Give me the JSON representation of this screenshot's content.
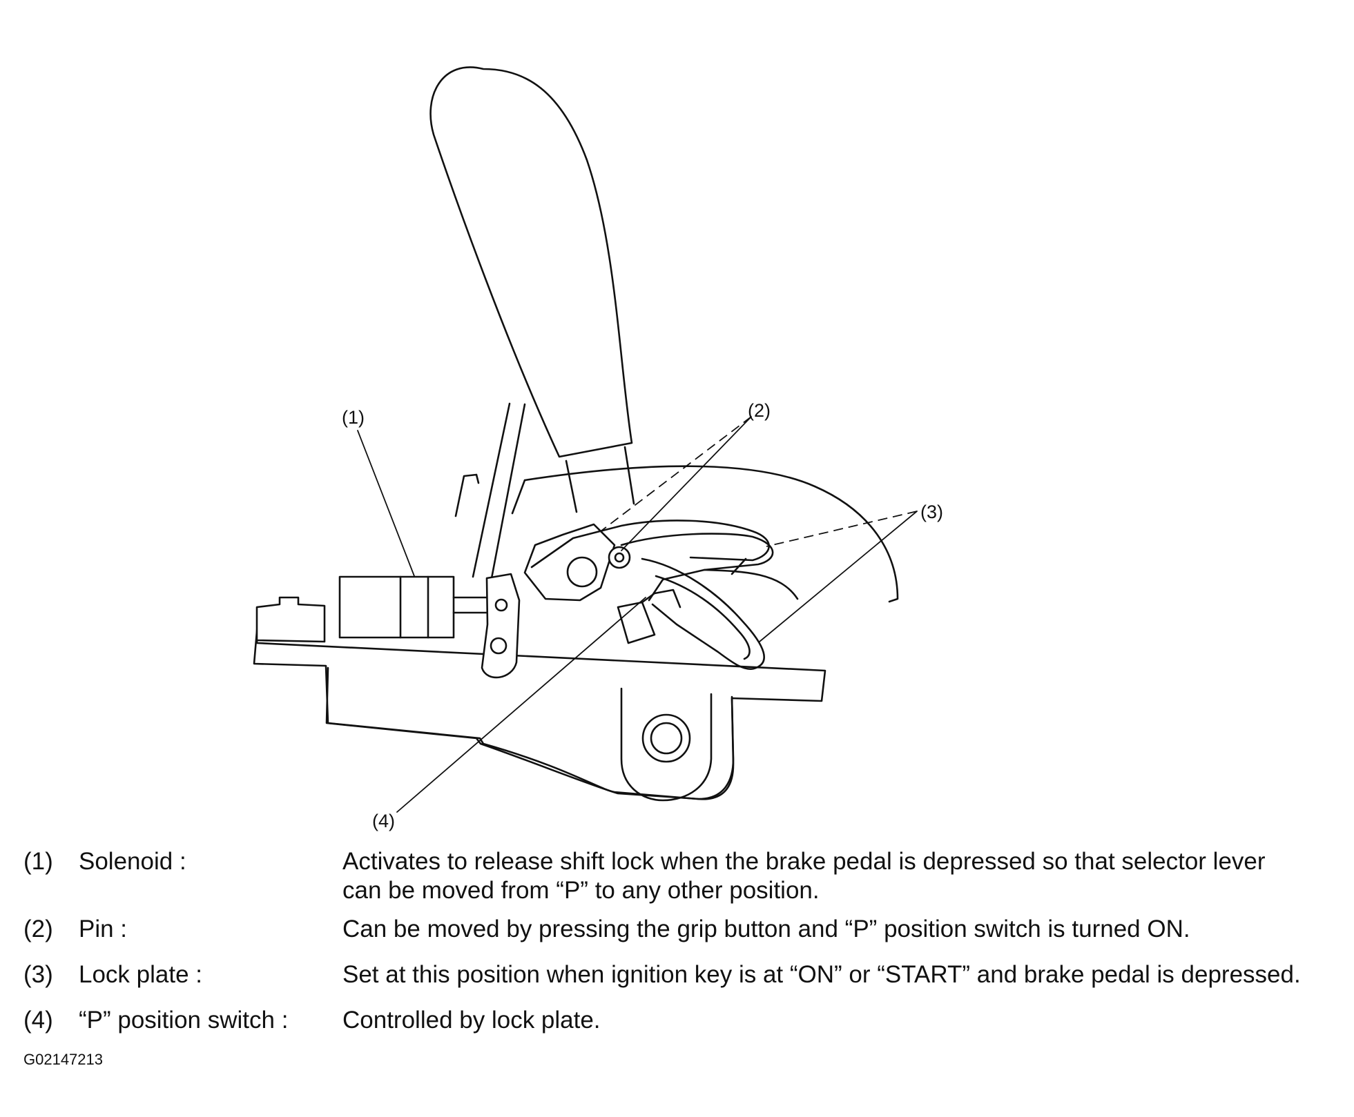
{
  "callouts": {
    "c1": "(1)",
    "c2": "(2)",
    "c3": "(3)",
    "c4": "(4)"
  },
  "legend": [
    {
      "number": "(1)",
      "name": "Solenoid :",
      "description": "Activates to release shift lock when the brake pedal is depressed so that selector lever\ncan be moved from “P” to any other position."
    },
    {
      "number": "(2)",
      "name": "Pin :",
      "description": "Can be moved by pressing the grip button and “P” position switch is turned ON."
    },
    {
      "number": "(3)",
      "name": "Lock plate :",
      "description": "Set at this position when ignition key is at “ON” or “START” and brake pedal is depressed."
    },
    {
      "number": "(4)",
      "name": "“P” position switch :",
      "description": "Controlled by lock plate."
    }
  ],
  "figure_id": "G02147213"
}
